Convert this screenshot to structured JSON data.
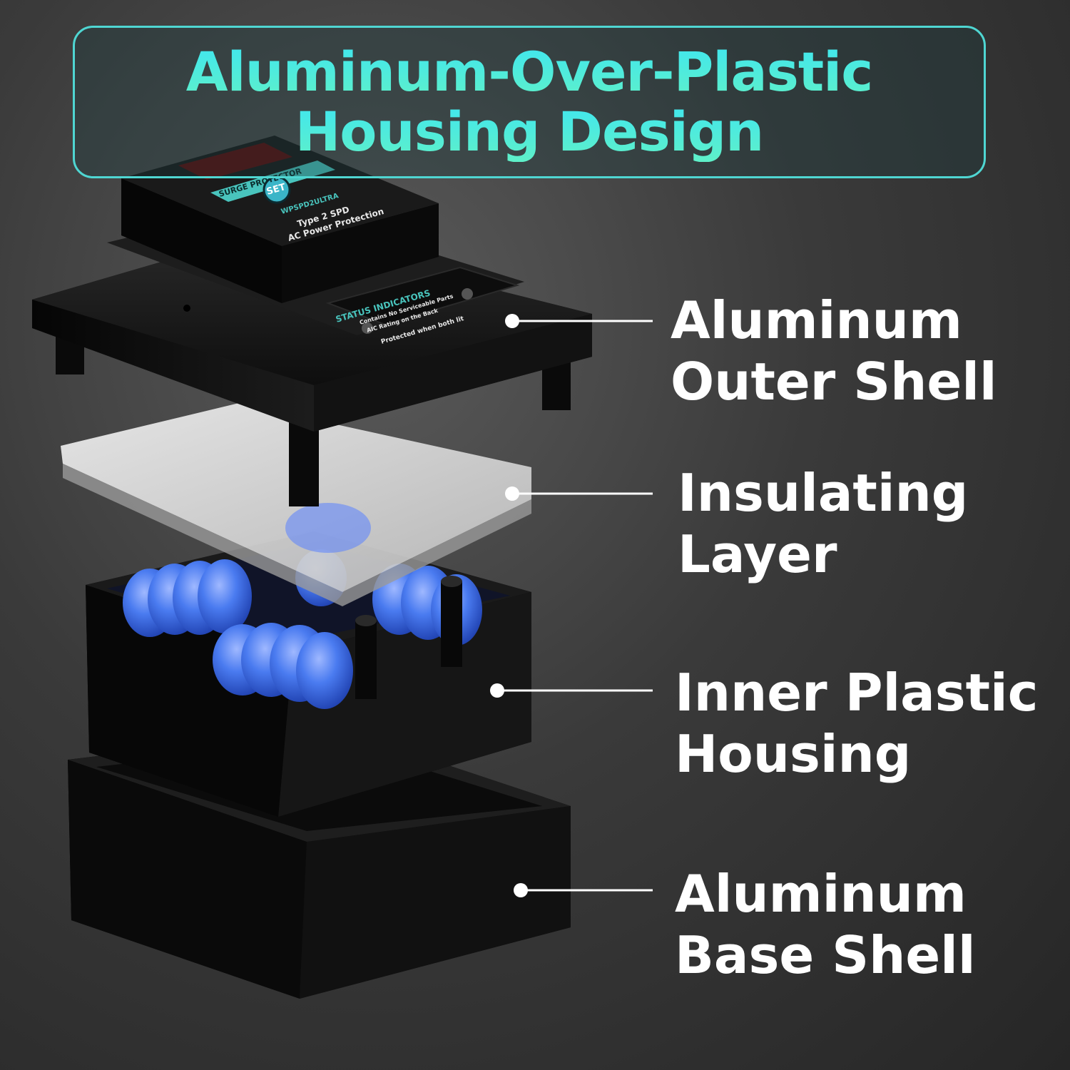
{
  "title": {
    "line1": "Aluminum-Over-Plastic",
    "line2": "Housing Design"
  },
  "device": {
    "panel_label": "SURGE PROTECTOR",
    "button_label": "SET",
    "model": "WPSPD2ULTRA",
    "type": "Type 2 SPD",
    "protection": "AC Power Protection",
    "status_title": "STATUS INDICATORS",
    "status_note1": "Contains No Serviceable Parts",
    "status_note2": "AIC Rating on the Back",
    "status_note3": "Protected when both lit"
  },
  "callouts": [
    {
      "line1": "Aluminum",
      "line2": "Outer Shell"
    },
    {
      "line1": "Insulating",
      "line2": "Layer"
    },
    {
      "line1": "Inner Plastic",
      "line2": "Housing"
    },
    {
      "line1": "Aluminum",
      "line2": "Base Shell"
    }
  ],
  "colors": {
    "accent": "#44e8e0",
    "varistor": "#4a7bf0",
    "shell": "#141414"
  }
}
